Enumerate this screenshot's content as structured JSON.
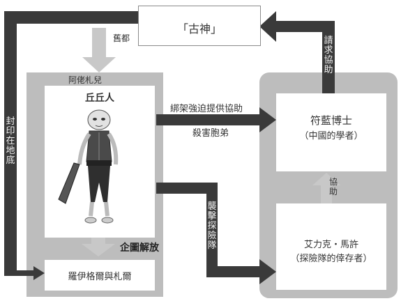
{
  "nodes": {
    "ancient_god": "「古神」",
    "alozar": "阿佬札兒",
    "hill_people": "丘丘人",
    "dr_fu_lan": "符藍博士",
    "dr_fu_lan_desc": "（中國的學者）",
    "eric_maxu": "艾力克・馬許",
    "eric_maxu_desc": "（探險隊的倖存者）",
    "roy_and_zar": "羅伊格爾與札爾"
  },
  "edges": {
    "old_capital": "舊都",
    "sealed_underground": [
      "封",
      "印",
      "在",
      "地",
      "底"
    ],
    "request_help": [
      "請",
      "求",
      "協",
      "助"
    ],
    "kidnap": "綁架強迫提供協助",
    "kill_compatriots": "殺害胞弟",
    "attack_expedition": [
      "襲",
      "擊",
      "探",
      "險",
      "隊"
    ],
    "assist": [
      "協",
      "助"
    ],
    "plan_release": "企圖解放"
  },
  "colors": {
    "dark_arrow": "#3a3a3a",
    "gray_panel": "#bdbdbd",
    "light_arrow": "#c8c8c8",
    "box_border": "#8a8a8a"
  }
}
